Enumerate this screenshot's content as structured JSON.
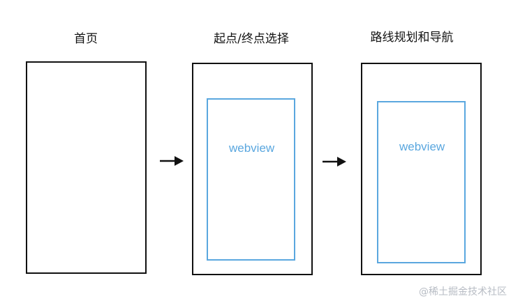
{
  "steps": [
    {
      "title": "首页"
    },
    {
      "title": "起点/终点选择",
      "inner": "webview"
    },
    {
      "title": "路线规划和导航",
      "inner": "webview"
    }
  ],
  "colors": {
    "frame": "#111111",
    "webview": "#5aa7df"
  },
  "arrows": [
    "arrow-right-icon",
    "arrow-right-icon"
  ],
  "watermark": "@稀土掘金技术社区"
}
